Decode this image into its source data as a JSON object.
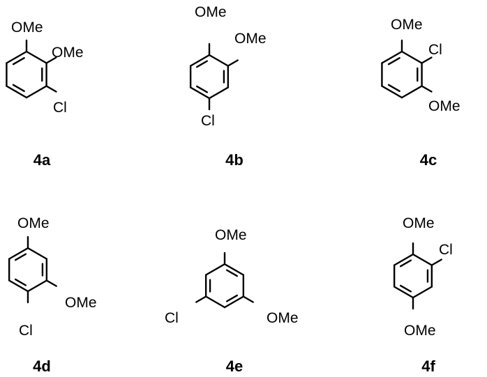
{
  "compounds": [
    {
      "id": "4a",
      "label": "4a",
      "substituents": [
        {
          "atom": 0,
          "text": "OMe"
        },
        {
          "atom": 1,
          "text": "OMe"
        },
        {
          "atom": 2,
          "text": "Cl"
        }
      ]
    },
    {
      "id": "4b",
      "label": "4b",
      "substituents": [
        {
          "atom": 0,
          "text": "OMe"
        },
        {
          "atom": 1,
          "text": "OMe"
        },
        {
          "atom": 3,
          "text": "Cl"
        }
      ]
    },
    {
      "id": "4c",
      "label": "4c",
      "substituents": [
        {
          "atom": 0,
          "text": "OMe"
        },
        {
          "atom": 1,
          "text": "Cl"
        },
        {
          "atom": 2,
          "text": "OMe"
        }
      ]
    },
    {
      "id": "4d",
      "label": "4d",
      "substituents": [
        {
          "atom": 0,
          "text": "OMe"
        },
        {
          "atom": 2,
          "text": "OMe"
        },
        {
          "atom": 3,
          "text": "Cl"
        }
      ]
    },
    {
      "id": "4e",
      "label": "4e",
      "substituents": [
        {
          "atom": 0,
          "text": "OMe"
        },
        {
          "atom": 2,
          "text": "OMe"
        },
        {
          "atom": 4,
          "text": "Cl"
        }
      ]
    },
    {
      "id": "4f",
      "label": "4f",
      "substituents": [
        {
          "atom": 0,
          "text": "OMe"
        },
        {
          "atom": 1,
          "text": "Cl"
        },
        {
          "atom": 3,
          "text": "OMe"
        }
      ]
    }
  ]
}
